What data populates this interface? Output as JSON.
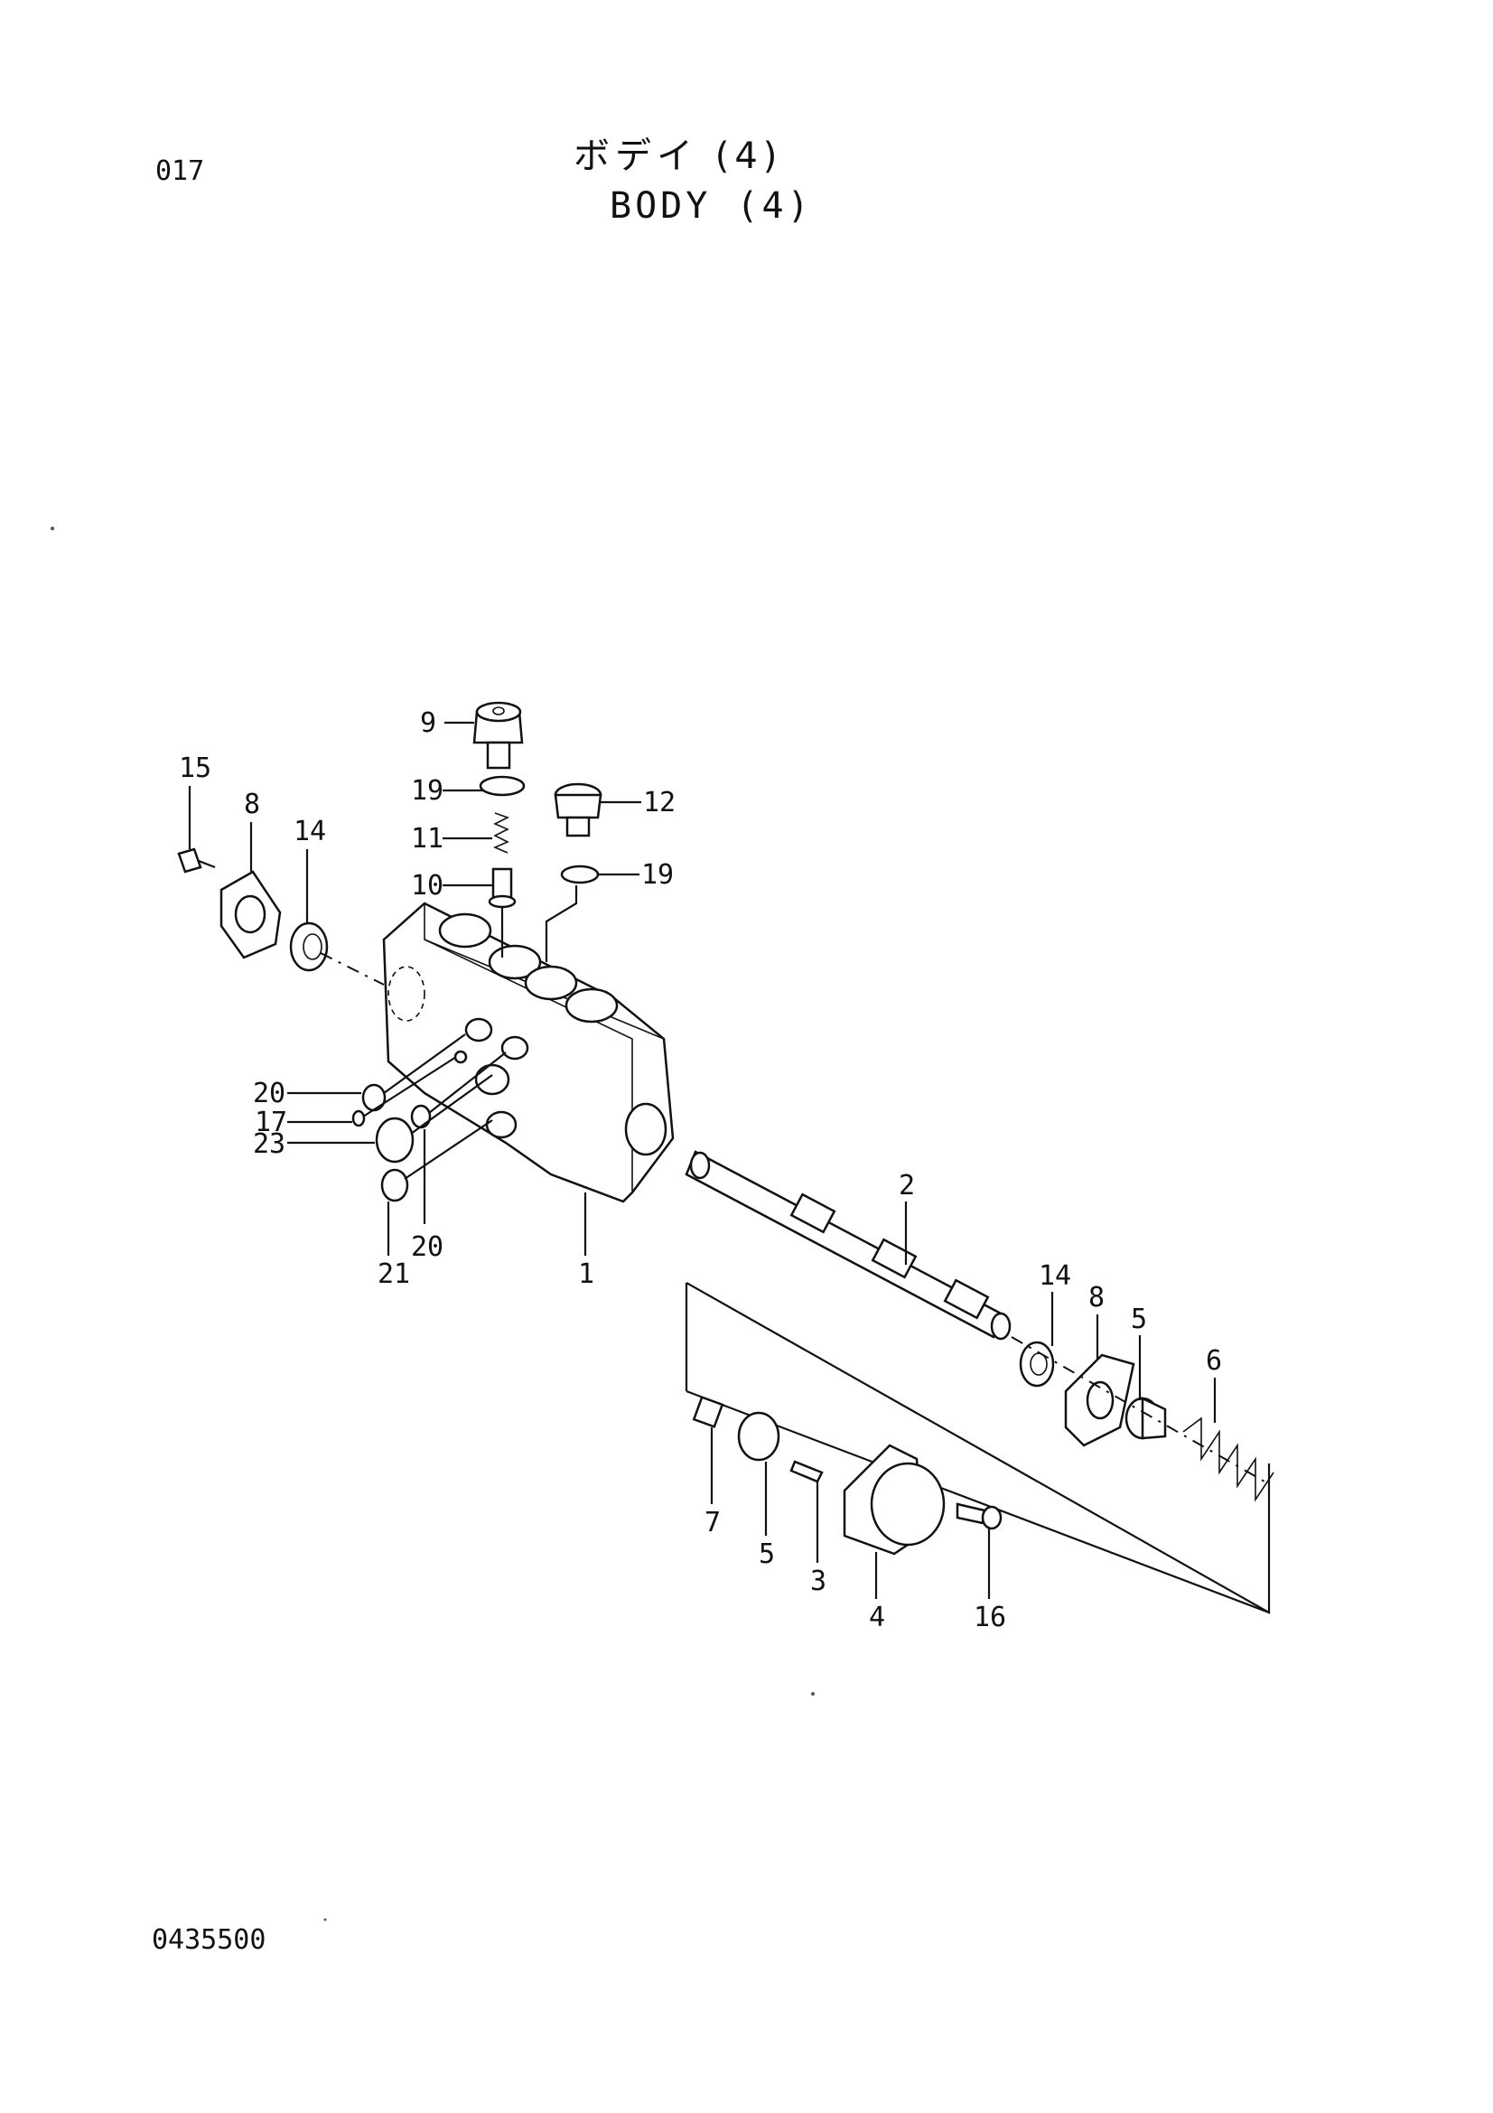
{
  "header": {
    "page_code": "017",
    "title_jp": "ボデイ (4)",
    "title_en": "BODY (4)"
  },
  "footer": {
    "doc_code": "0435500"
  },
  "callouts": {
    "p1": "1",
    "p2": "2",
    "p3": "3",
    "p4": "4",
    "p5a": "5",
    "p5b": "5",
    "p6": "6",
    "p7": "7",
    "p8a": "8",
    "p8b": "8",
    "p9": "9",
    "p10": "10",
    "p11": "11",
    "p12": "12",
    "p14a": "14",
    "p14b": "14",
    "p15": "15",
    "p16": "16",
    "p17": "17",
    "p19a": "19",
    "p19b": "19",
    "p20a": "20",
    "p20b": "20",
    "p21": "21",
    "p23": "23"
  }
}
